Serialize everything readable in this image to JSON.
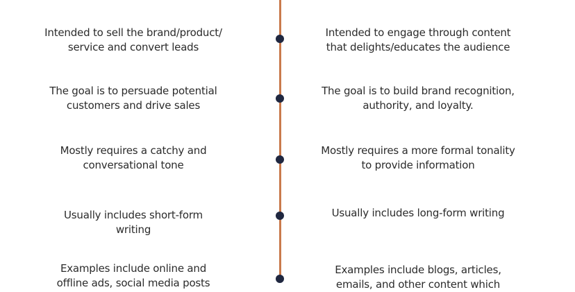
{
  "colors": {
    "timeline": "#c97a4c",
    "dot": "#1f2740",
    "text": "#2b2b2b"
  },
  "rows": [
    {
      "left": [
        "Intended to sell the brand/product/",
        "service and convert leads"
      ],
      "right": [
        "Intended to engage through content",
        "that delights/educates the audience"
      ]
    },
    {
      "left": [
        "The goal is to persuade potential",
        "customers and drive sales"
      ],
      "right": [
        "The goal is to build brand recognition,",
        "authority, and loyalty."
      ]
    },
    {
      "left": [
        "Mostly requires a catchy and",
        "conversational tone"
      ],
      "right": [
        "Mostly requires a more formal tonality",
        "to provide information"
      ]
    },
    {
      "left": [
        "Usually includes short-form",
        "writing"
      ],
      "right": [
        "Usually includes long-form writing"
      ]
    },
    {
      "left": [
        "Examples include online and",
        "offline ads, social media posts"
      ],
      "right": [
        "Examples include blogs, articles,",
        "emails, and other content which"
      ]
    }
  ]
}
